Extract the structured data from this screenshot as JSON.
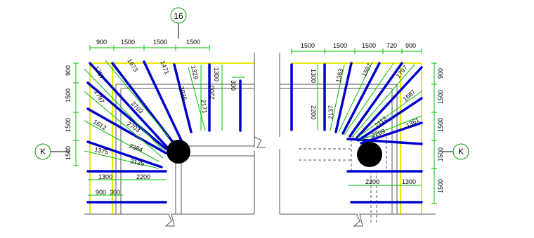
{
  "colors": {
    "rebar": "#0000cc",
    "dimension": "#00c000",
    "grid_line": "#e8e800",
    "structure": "#555555",
    "column": "#000000",
    "axis_bubble": "#00a000"
  },
  "axes": {
    "top": "16",
    "left": "K",
    "right": "K"
  },
  "left_plan": {
    "top_dims": [
      "900",
      "1500",
      "1500",
      "1500"
    ],
    "left_dims": [
      "900",
      "1500",
      "1500",
      "1500"
    ],
    "bottom_dims": [
      "1300",
      "2200"
    ],
    "bottom_dims2": [
      "900",
      "300"
    ],
    "bar_lengths": [
      "1797",
      "1673",
      "1471",
      "1329",
      "1300",
      "300",
      "1797",
      "2703",
      "2036",
      "2171",
      "2200",
      "1612",
      "2703",
      "2384",
      "1375",
      "2125"
    ]
  },
  "right_plan": {
    "top_dims": [
      "1500",
      "1500",
      "1500",
      "720",
      "900"
    ],
    "right_dims": [
      "900",
      "1500",
      "1500",
      "1500",
      "1500"
    ],
    "bottom_dims": [
      "2200",
      "1300"
    ],
    "bar_lengths": [
      "1300",
      "2200",
      "2137",
      "1363",
      "1597",
      "1797",
      "1687",
      "1361",
      "2113",
      "2209"
    ]
  }
}
